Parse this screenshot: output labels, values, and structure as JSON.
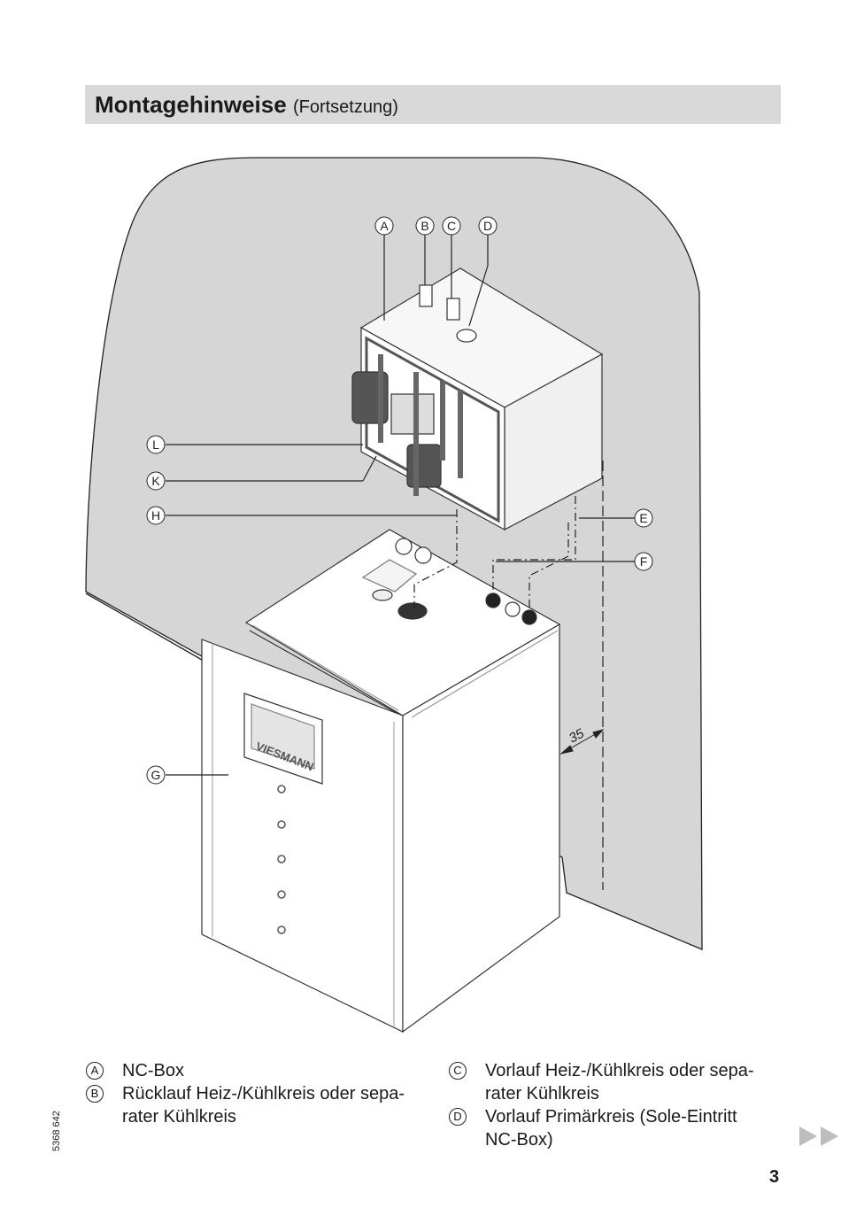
{
  "header": {
    "title_bold": "Montagehinweise",
    "title_rest": "(Fortsetzung)"
  },
  "figure": {
    "callouts": [
      "A",
      "B",
      "C",
      "D",
      "E",
      "F",
      "G",
      "H",
      "K",
      "L"
    ],
    "dimension_label": "35",
    "brand_mark": "VIESMANN"
  },
  "legend": {
    "left": [
      {
        "letter": "A",
        "text": "NC-Box"
      },
      {
        "letter": "B",
        "text": "Rücklauf Heiz-/Kühlkreis oder sepa-rater Kühlkreis"
      }
    ],
    "right": [
      {
        "letter": "C",
        "text": "Vorlauf Heiz-/Kühlkreis oder sepa-rater Kühlkreis"
      },
      {
        "letter": "D",
        "text": "Vorlauf Primärkreis (Sole-Eintritt NC-Box)"
      }
    ]
  },
  "footer": {
    "doc_id": "5368 642",
    "page_number": "3"
  },
  "colors": {
    "header_bar": "#d9d9d9",
    "wall": "#d6d6d6",
    "line": "#222222"
  }
}
